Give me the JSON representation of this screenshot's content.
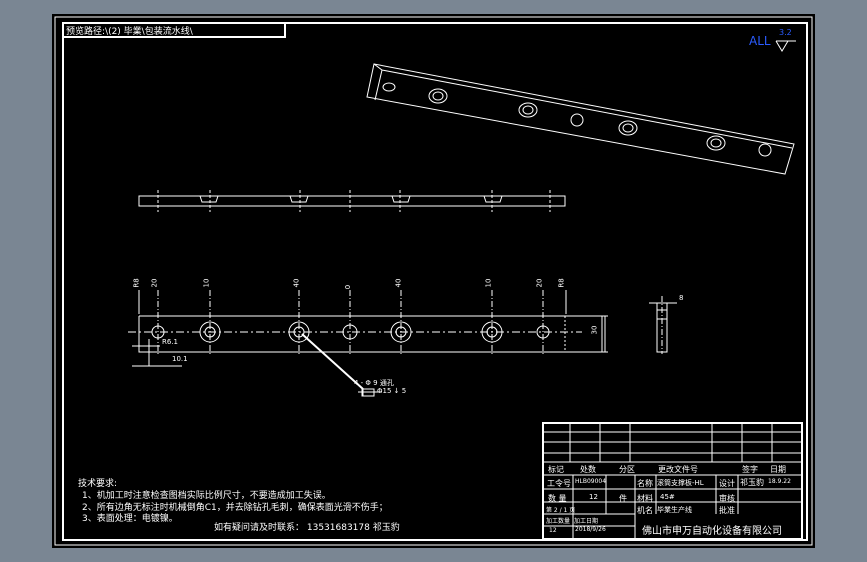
{
  "path_label": "预览路径:\\(2) 毕業\\包装流水线\\",
  "corner_mark": "ALL",
  "roughness_value": "3.2",
  "dims": {
    "d_r8": "R8",
    "d_20_left": "20",
    "d_10_a": "10",
    "d_40_a": "40",
    "d_0": "0",
    "d_40_b": "40",
    "d_10_b": "10",
    "d_20_right": "20",
    "d_r8_right": "R8",
    "d_30": "30",
    "d_r6": "R6.1",
    "d_101": "10.1",
    "d_8": "8",
    "callout": "4 - Φ 9 通孔",
    "callout2": "Φ15 ↓ 5"
  },
  "notes": {
    "title": "技术要求:",
    "items": [
      "1、机加工时注意检查图档实际比例尺寸，不要造成加工失误。",
      "2、所有边角无标注时机械倒角C1，并去除钻孔毛刺，确保表面光滑不伤手；",
      "3、表面处理：电镀镍。"
    ],
    "contact": "如有疑问请及时联系：   13531683178   祁玉豹"
  },
  "title_block": {
    "h_mark": "标记",
    "h_count": "处数",
    "h_zone": "分区",
    "h_doc": "更改文件号",
    "h_sign": "签字",
    "h_date": "日期",
    "order_label": "工令号",
    "order_value": "HLB09004",
    "name_label": "名称",
    "name_value": "滚筒支撑板-HL",
    "design_label": "设计",
    "designer": "祁玉豹",
    "design_date": "18.9.22",
    "qty_label": "数 量",
    "qty_value": "12",
    "qty_unit": "件",
    "material_label": "材料",
    "material_value": "45#",
    "review_label": "审核",
    "sheet_label": "第 2 / 1 页",
    "machine_label": "机名",
    "machine_value": "毕業生产线",
    "approve_label": "批准",
    "proc_date_label": "加工日期",
    "proc_date_value": "2018/9/26",
    "scale_label": "加工数量",
    "scale_value": "12",
    "company": "佛山市申万自动化设备有限公司"
  }
}
